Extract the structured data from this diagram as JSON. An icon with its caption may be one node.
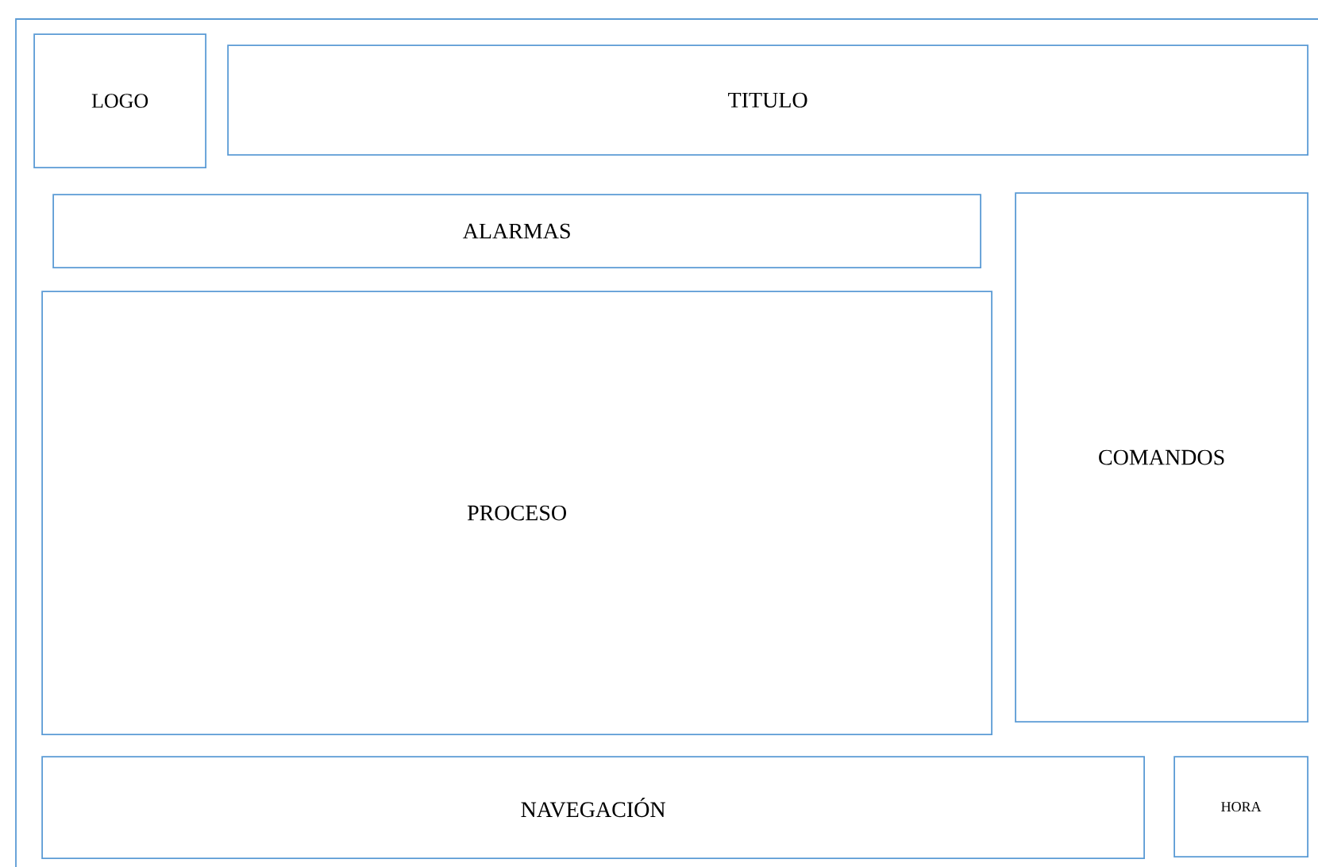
{
  "diagram": {
    "nodes": [
      {
        "text": [],
        "shape": "box"
      },
      {
        "text": [
          "LOGO"
        ],
        "in": 0
      },
      {
        "text": [
          "TITULO"
        ],
        "in": 0
      },
      {
        "text": [
          "ALARMAS"
        ],
        "in": 0
      },
      {
        "text": [
          "COMANDOS"
        ],
        "in": 0
      },
      {
        "text": [
          "PROCESO"
        ],
        "in": 0
      },
      {
        "text": [
          "NAVEGACIÓN"
        ],
        "in": 0
      },
      {
        "text": [
          "HORA"
        ],
        "in": 0
      }
    ]
  }
}
